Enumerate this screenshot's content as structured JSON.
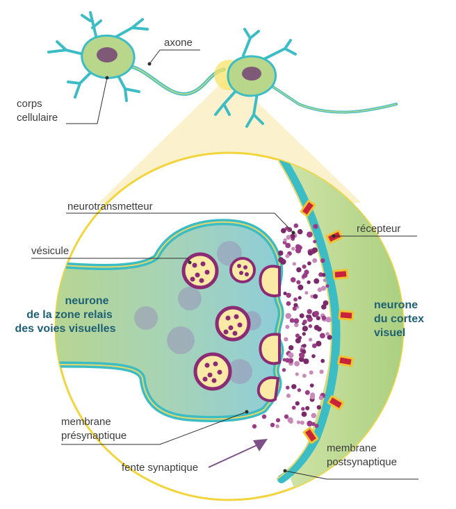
{
  "labels": {
    "axone": "axone",
    "corps_line1": "corps",
    "corps_line2": "cellulaire",
    "neurotransmetteur": "neurotransmetteur",
    "recepteur": "récepteur",
    "vesicule": "vésicule",
    "presyn_neuron_line1": "neurone",
    "presyn_neuron_line2": "de la zone relais",
    "presyn_neuron_line3": "des voies visuelles",
    "postsyn_neuron_line1": "neurone",
    "postsyn_neuron_line2": "du cortex",
    "postsyn_neuron_line3": "visuel",
    "membrane_pre_line1": "membrane",
    "membrane_pre_line2": "présynaptique",
    "fente": "fente synaptique",
    "membrane_post_line1": "membrane",
    "membrane_post_line2": "postsynaptique"
  },
  "colors": {
    "outline_yellow": "#f2d53c",
    "highlight_yellow": "#fbf1c8",
    "cell_green": "#b5d38a",
    "membrane_teal": "#3cbcc4",
    "vesicle_purple": "#8a2b74",
    "vesicle_fill": "#fbe9a6",
    "neurotransmitter": "#9b3d86",
    "receptor_red": "#c8233a",
    "receptor_yellow": "#f1c232",
    "nucleus": "#7e5a78",
    "label_dark_blue": "#1e5f73"
  }
}
